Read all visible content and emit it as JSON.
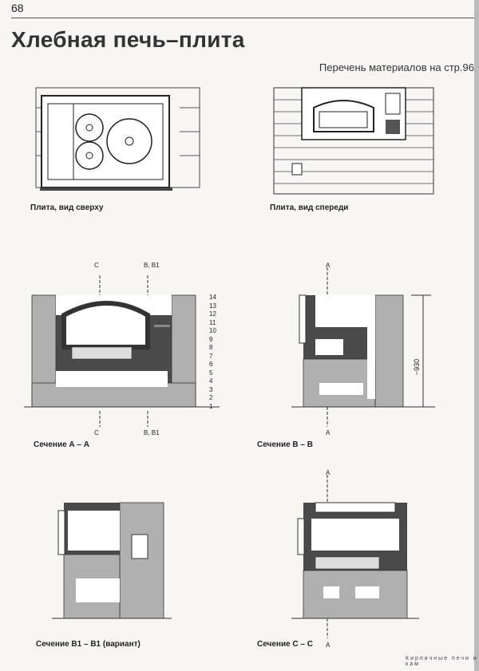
{
  "page_number": "68",
  "title": "Хлебная печь–плита",
  "materials_note": "Перечень материалов на стр.96",
  "figures": {
    "top_view": "Плита, вид сверху",
    "front_view": "Плита, вид спереди",
    "section_aa": "Сечение А – А",
    "section_bb": "Сечение В – В",
    "section_b1b1": "Сечение В1 – В1 (вариант)",
    "section_cc": "Сечение С – С"
  },
  "section_marks": {
    "a": "A",
    "c": "C",
    "b_b1": "B, B1"
  },
  "row_numbers": [
    "14",
    "13",
    "12",
    "11",
    "10",
    "9",
    "8",
    "7",
    "6",
    "5",
    "4",
    "3",
    "2",
    "1"
  ],
  "dimension": "~930",
  "footer": "Кирпичные печи и кам"
}
